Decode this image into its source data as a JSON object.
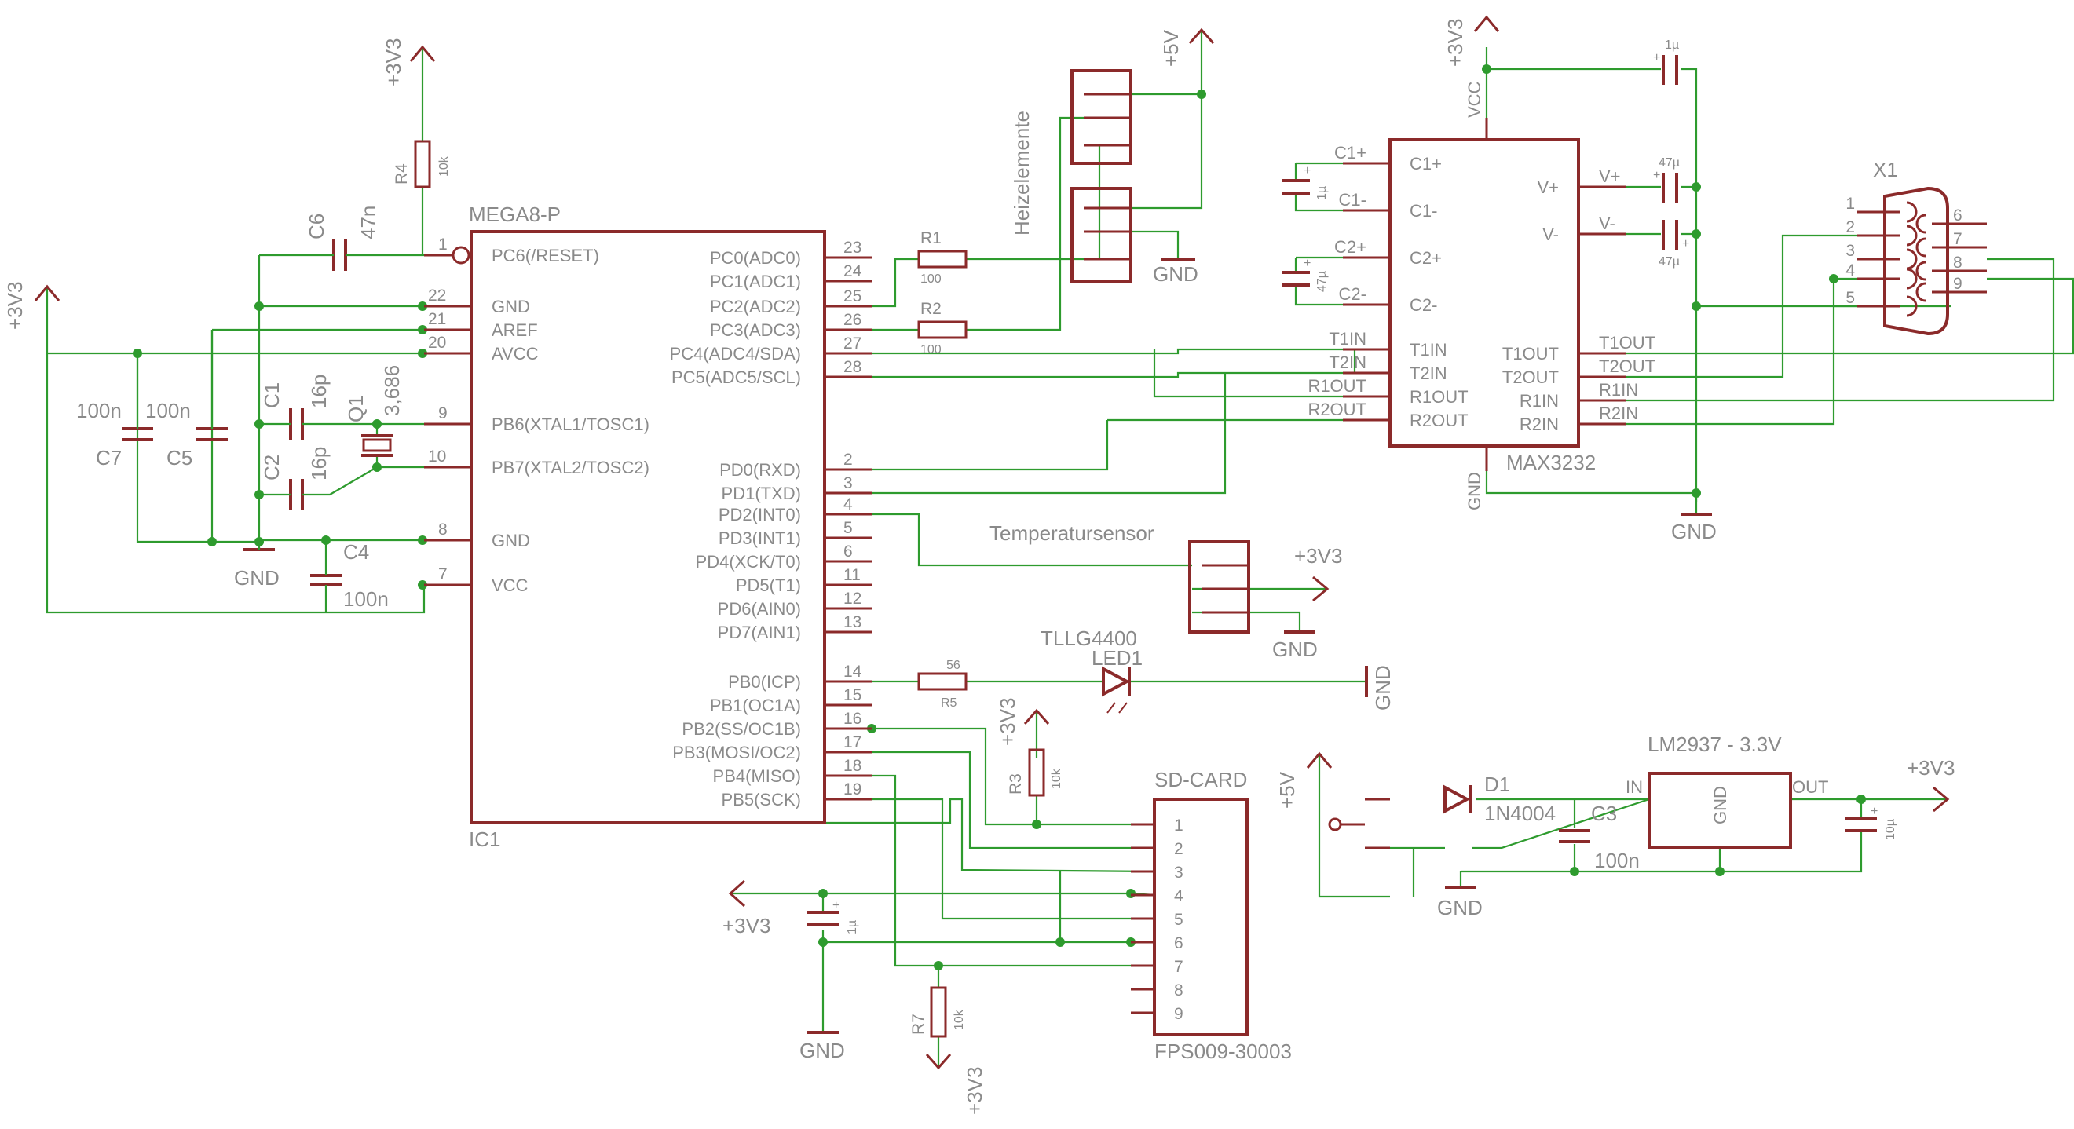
{
  "ic1": {
    "ref": "IC1",
    "value": "MEGA8-P",
    "left_pins": [
      {
        "num": "1",
        "name": "PC6(/RESET)"
      },
      {
        "num": "22",
        "name": "GND"
      },
      {
        "num": "21",
        "name": "AREF"
      },
      {
        "num": "20",
        "name": "AVCC"
      },
      {
        "num": "9",
        "name": "PB6(XTAL1/TOSC1)"
      },
      {
        "num": "10",
        "name": "PB7(XTAL2/TOSC2)"
      },
      {
        "num": "8",
        "name": "GND"
      },
      {
        "num": "7",
        "name": "VCC"
      }
    ],
    "right_pins": [
      {
        "num": "23",
        "name": "PC0(ADC0)"
      },
      {
        "num": "24",
        "name": "PC1(ADC1)"
      },
      {
        "num": "25",
        "name": "PC2(ADC2)"
      },
      {
        "num": "26",
        "name": "PC3(ADC3)"
      },
      {
        "num": "27",
        "name": "PC4(ADC4/SDA)"
      },
      {
        "num": "28",
        "name": "PC5(ADC5/SCL)"
      },
      {
        "num": "2",
        "name": "PD0(RXD)"
      },
      {
        "num": "3",
        "name": "PD1(TXD)"
      },
      {
        "num": "4",
        "name": "PD2(INT0)"
      },
      {
        "num": "5",
        "name": "PD3(INT1)"
      },
      {
        "num": "6",
        "name": "PD4(XCK/T0)"
      },
      {
        "num": "11",
        "name": "PD5(T1)"
      },
      {
        "num": "12",
        "name": "PD6(AIN0)"
      },
      {
        "num": "13",
        "name": "PD7(AIN1)"
      },
      {
        "num": "14",
        "name": "PB0(ICP)"
      },
      {
        "num": "15",
        "name": "PB1(OC1A)"
      },
      {
        "num": "16",
        "name": "PB2(SS/OC1B)"
      },
      {
        "num": "17",
        "name": "PB3(MOSI/OC2)"
      },
      {
        "num": "18",
        "name": "PB4(MISO)"
      },
      {
        "num": "19",
        "name": "PB5(SCK)"
      }
    ]
  },
  "max3232": {
    "value": "MAX3232",
    "pins_left": [
      "C1+",
      "C1-",
      "C2+",
      "C2-",
      "T1IN",
      "T2IN",
      "R1OUT",
      "R2OUT"
    ],
    "pins_right": [
      "V+",
      "V-",
      "T1OUT",
      "T2OUT",
      "R1IN",
      "R2IN"
    ],
    "vcc": "VCC",
    "gnd": "GND",
    "nets_left": [
      "C1+",
      "C1-",
      "C2+",
      "C2-",
      "T1IN",
      "T2IN",
      "R1OUT",
      "R2OUT"
    ],
    "nets_right": [
      "V+",
      "V-",
      "T1OUT",
      "T2OUT",
      "R1IN",
      "R2IN"
    ]
  },
  "x1": {
    "ref": "X1",
    "pins_left": [
      "1",
      "2",
      "3",
      "4",
      "5"
    ],
    "pins_right": [
      "6",
      "7",
      "8",
      "9"
    ]
  },
  "sdcard": {
    "title": "SD-CARD",
    "part": "FPS009-30003",
    "pins": [
      "1",
      "2",
      "3",
      "4",
      "5",
      "6",
      "7",
      "8",
      "9"
    ]
  },
  "regulator": {
    "title": "LM2937 - 3.3V",
    "in": "IN",
    "gnd": "GND",
    "out": "OUT"
  },
  "components": {
    "r1": {
      "ref": "R1",
      "value": "100"
    },
    "r2": {
      "ref": "R2",
      "value": "100"
    },
    "r3": {
      "ref": "R3",
      "value": "10k"
    },
    "r4": {
      "ref": "R4",
      "value": "10k"
    },
    "r5": {
      "ref": "R5",
      "value": "56"
    },
    "r7": {
      "ref": "R7",
      "value": "10k"
    },
    "c1": {
      "ref": "C1",
      "value": "16p"
    },
    "c2": {
      "ref": "C2",
      "value": "16p"
    },
    "c3": {
      "ref": "C3",
      "value": "100n"
    },
    "c4": {
      "ref": "C4",
      "value": "100n"
    },
    "c5": {
      "ref": "C5",
      "value": "100n"
    },
    "c6": {
      "ref": "C6",
      "value": "47n"
    },
    "c7": {
      "ref": "C7",
      "value": "100n"
    },
    "q1": {
      "ref": "Q1",
      "value": "3,686"
    },
    "d1": {
      "ref": "D1",
      "value": "1N4004"
    },
    "led1": {
      "ref": "LED1",
      "value": "TLLG4400"
    },
    "cap_1u_top": "1µ",
    "cap_47u_a": "47µ",
    "cap_47u_b": "47µ",
    "cap_1u_c1": "1µ",
    "cap_47u_c2": "47µ",
    "cap_1u_sd": "1µ",
    "cap_10u": "10µ"
  },
  "labels": {
    "heizelemente": "Heizelemente",
    "temperatursensor": "Temperatursensor",
    "v33": "+3V3",
    "v5": "+5V",
    "gnd": "GND",
    "plus": "+",
    "minus": "-"
  }
}
